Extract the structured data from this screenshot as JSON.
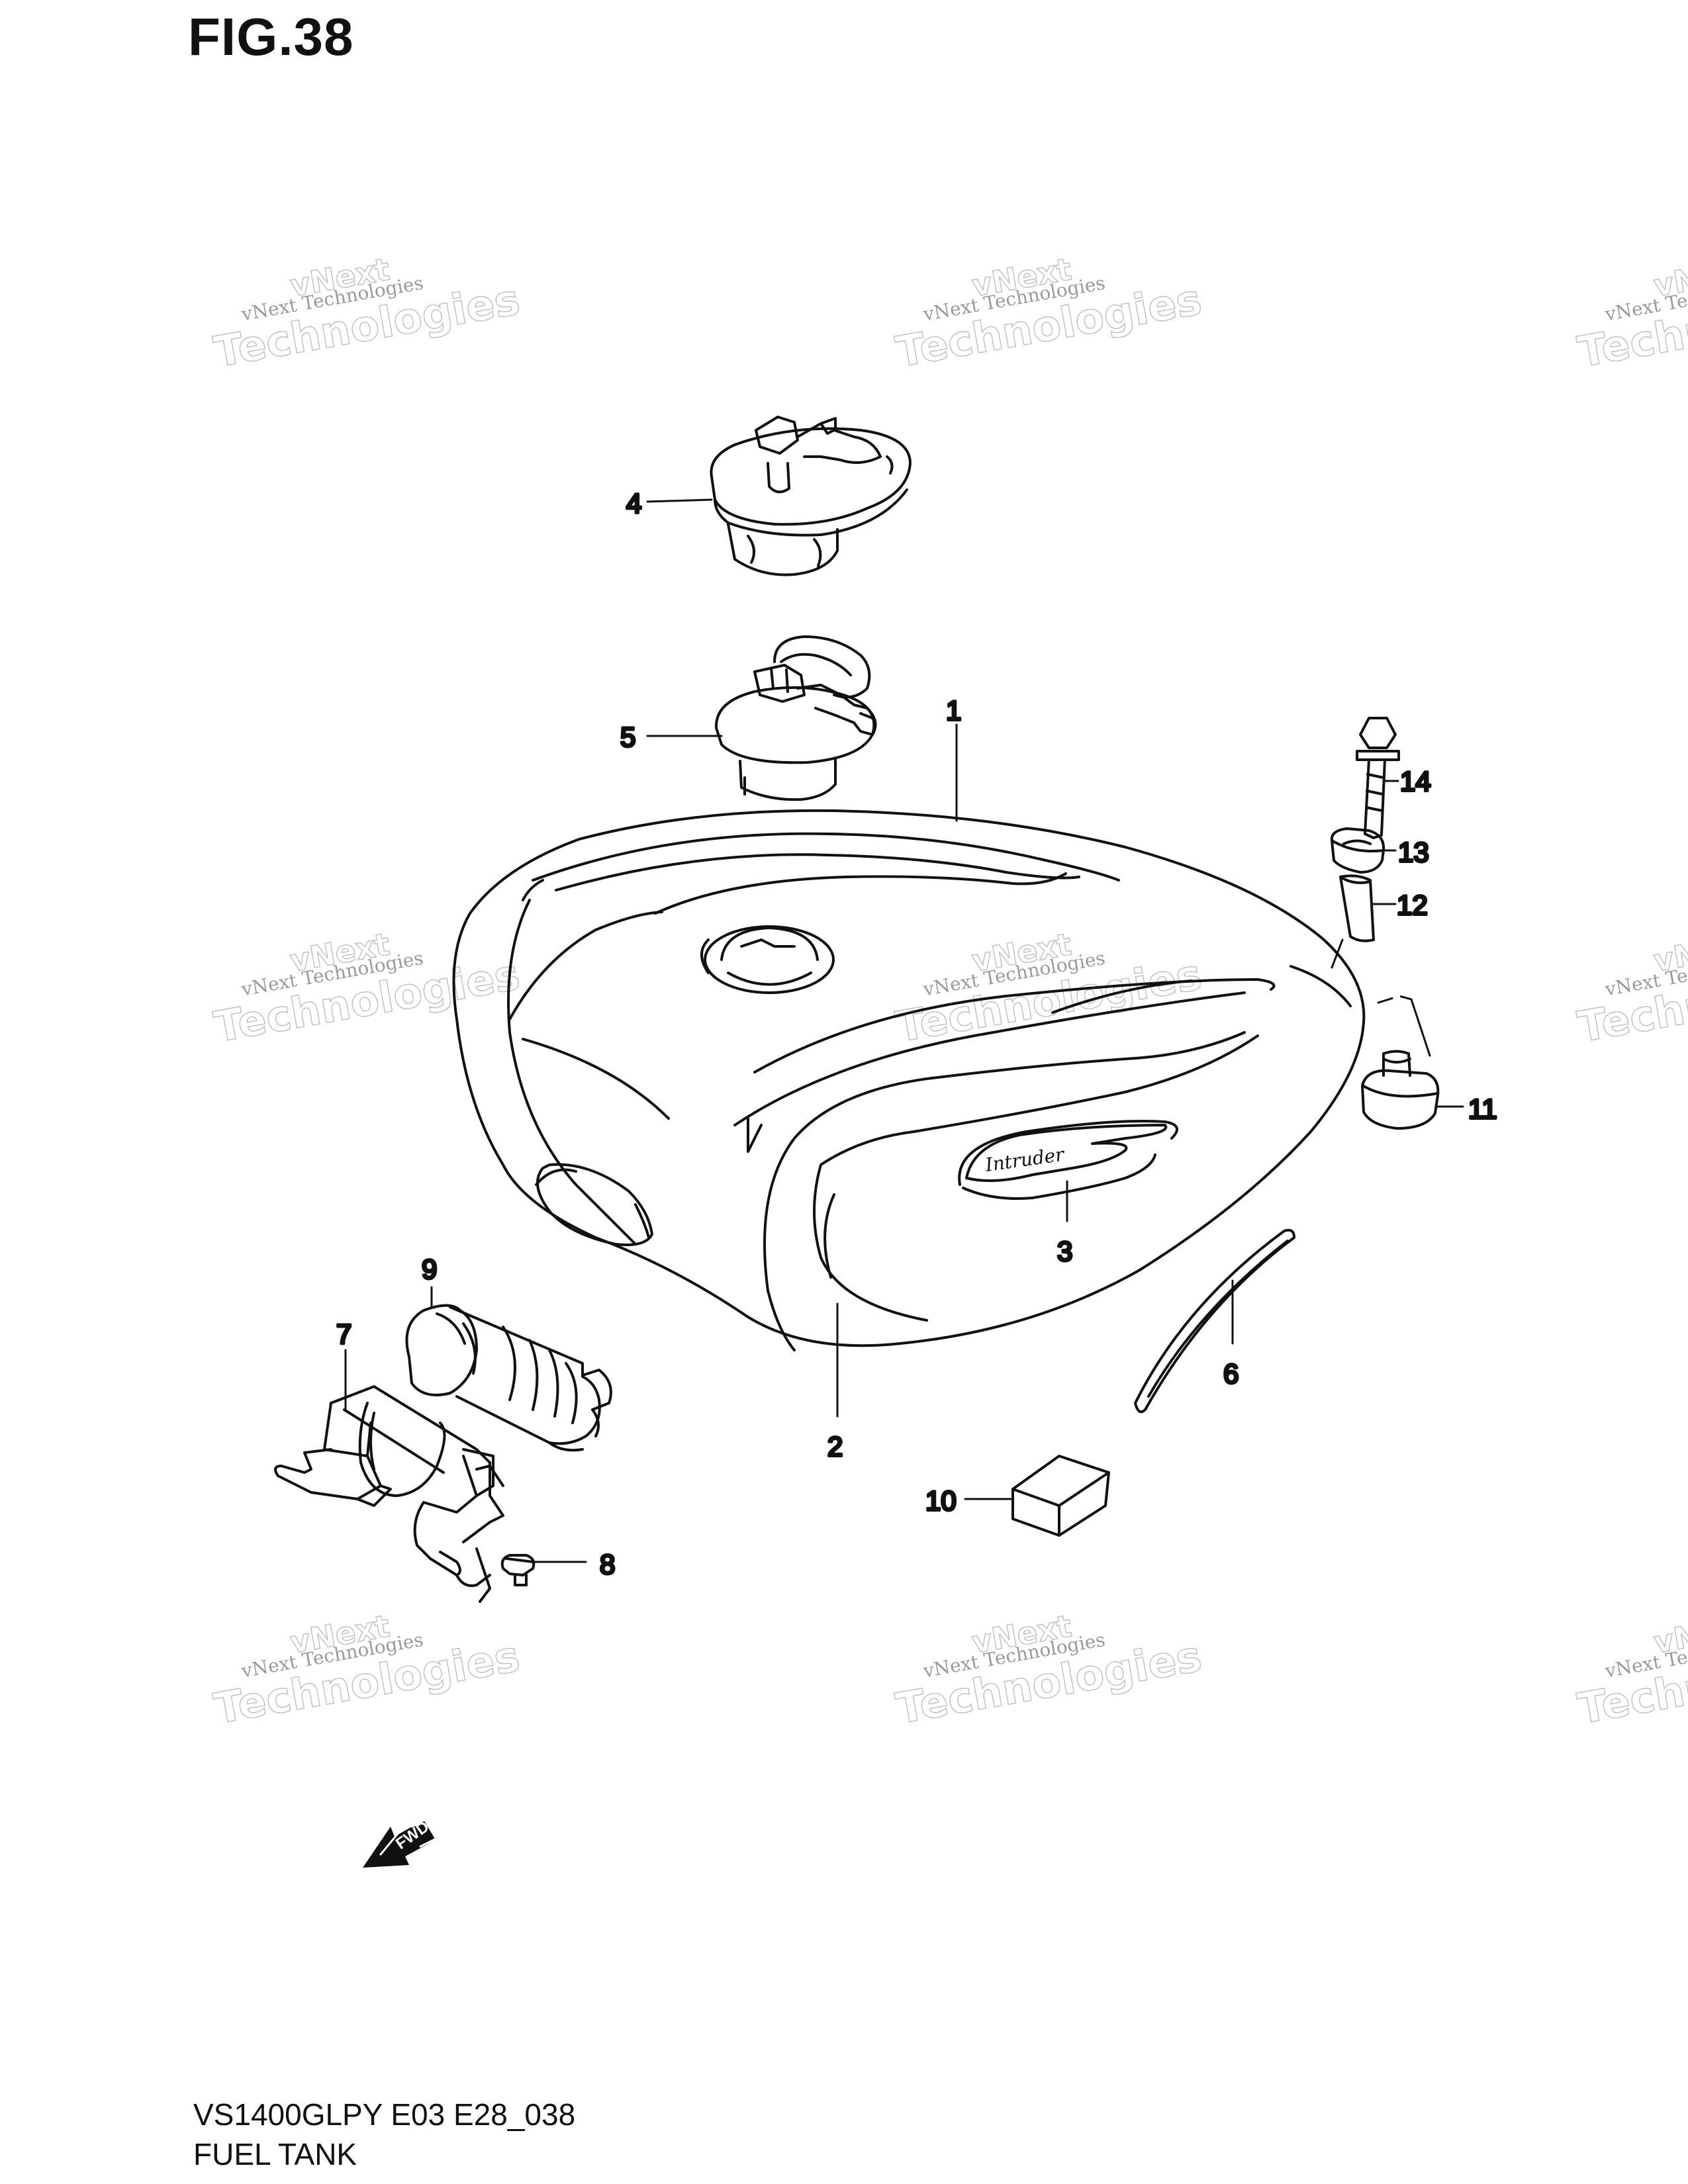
{
  "figure": {
    "title": "FIG.38",
    "model_code": "VS1400GLPY E03 E28_038",
    "name": "FUEL TANK"
  },
  "tank_badge": "Intruder",
  "fwd_arrow_label": "FWD",
  "watermark": {
    "line_small": "vNext Technologies",
    "line_v": "vNext",
    "line_big": "Technologies",
    "color": "#c2c2c2"
  },
  "callouts": [
    {
      "part": "1"
    },
    {
      "part": "2"
    },
    {
      "part": "3"
    },
    {
      "part": "4"
    },
    {
      "part": "5"
    },
    {
      "part": "6"
    },
    {
      "part": "7"
    },
    {
      "part": "8"
    },
    {
      "part": "9"
    },
    {
      "part": "10"
    },
    {
      "part": "11"
    },
    {
      "part": "12"
    },
    {
      "part": "13"
    },
    {
      "part": "14"
    }
  ]
}
